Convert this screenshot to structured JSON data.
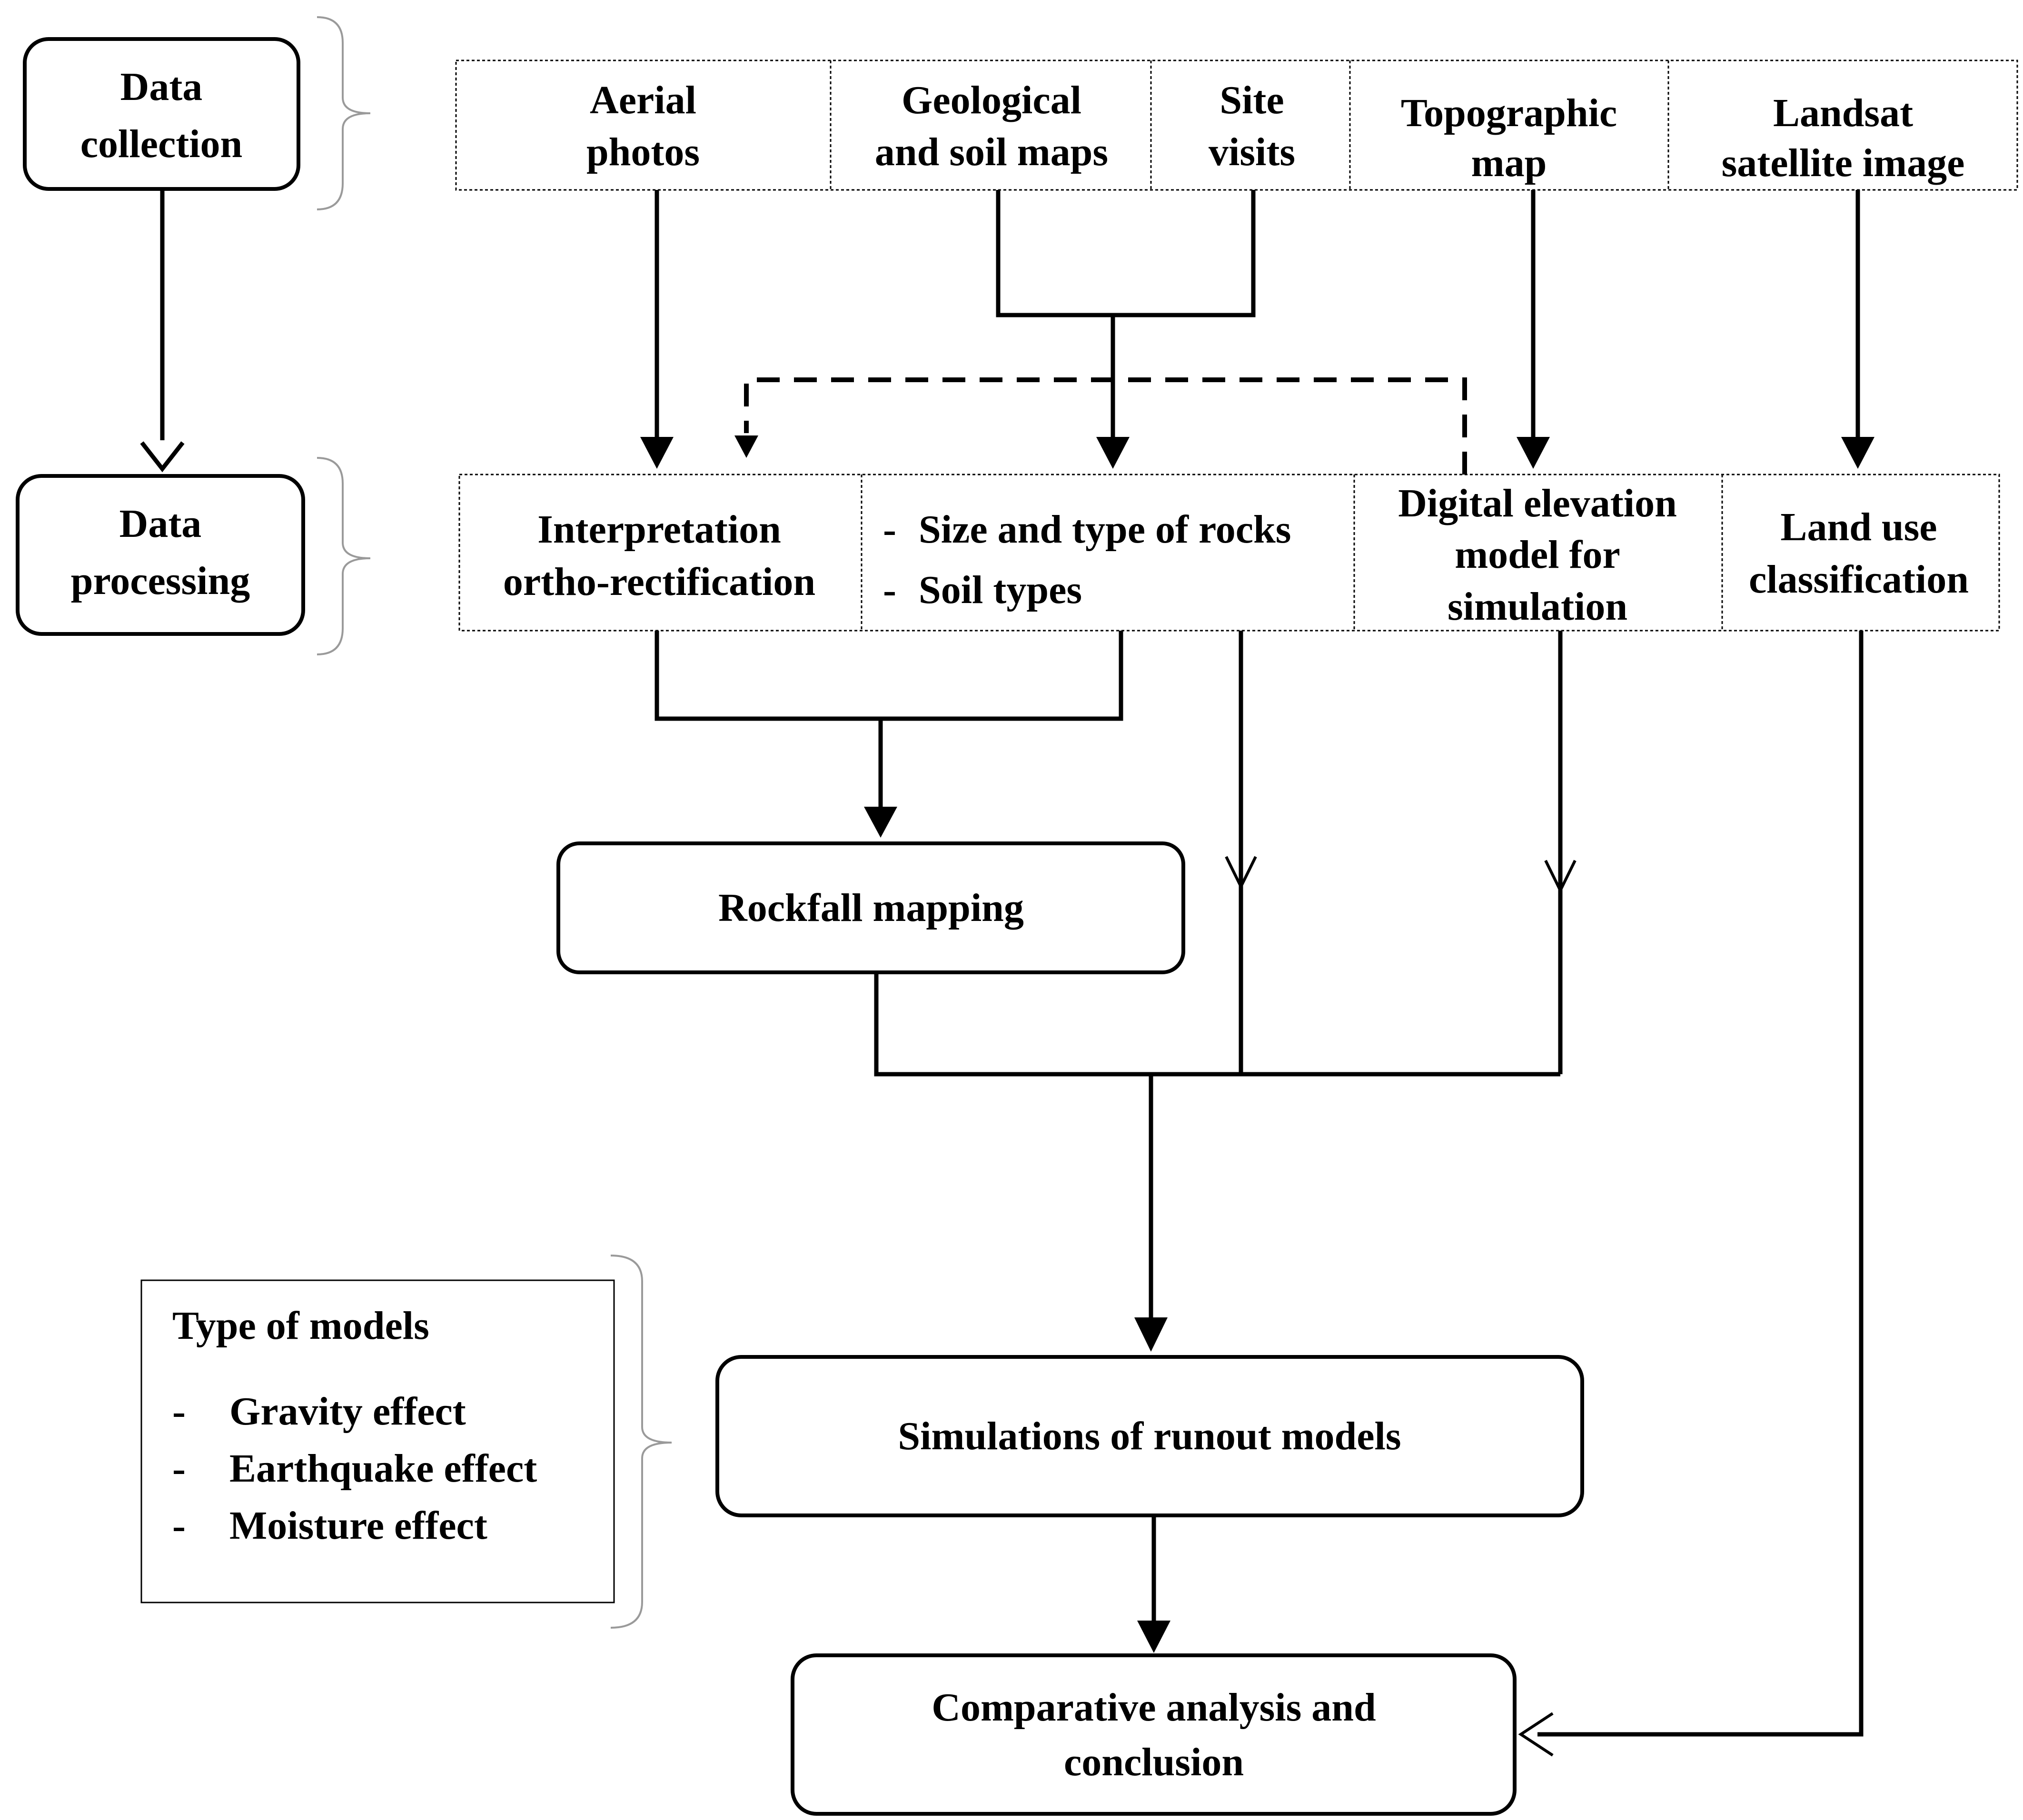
{
  "stages": {
    "collection": [
      "Data",
      "collection"
    ],
    "processing": [
      "Data",
      "processing"
    ]
  },
  "sources": {
    "aerial_photos": [
      "Aerial",
      "photos"
    ],
    "geological_soil_maps": [
      "Geological",
      "and soil maps"
    ],
    "site_visits": [
      "Site",
      "visits"
    ],
    "topographic_map": [
      "Topographic",
      "map"
    ],
    "landsat_image": [
      "Landsat",
      "satellite image"
    ]
  },
  "processing": {
    "interpretation": [
      "Interpretation",
      "ortho-rectification"
    ],
    "rocks_soil": {
      "bullet": "-",
      "items": [
        "Size and type of rocks",
        "Soil types"
      ]
    },
    "dem": [
      "Digital elevation",
      "model for",
      "simulation"
    ],
    "land_use": [
      "Land use",
      "classification"
    ]
  },
  "rockfall_mapping": "Rockfall mapping",
  "models_box": {
    "title": "Type of models",
    "bullet": "-",
    "items": [
      "Gravity effect",
      "Earthquake effect",
      "Moisture effect"
    ]
  },
  "simulations": "Simulations of runout models",
  "conclusion": [
    "Comparative analysis and",
    "conclusion"
  ]
}
